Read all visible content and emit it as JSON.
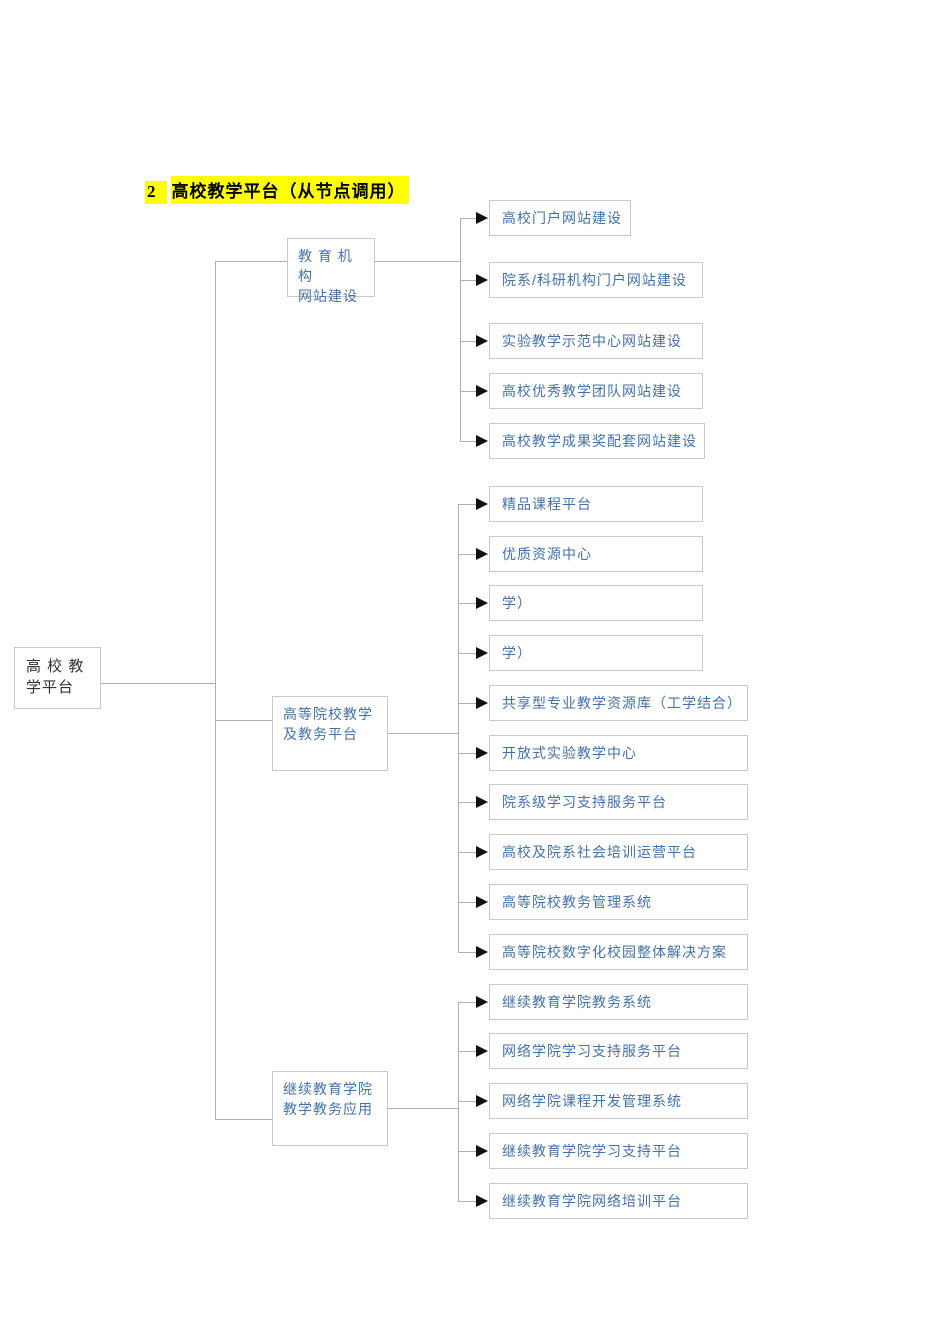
{
  "title": {
    "number": "2",
    "text": "高校教学平台（从节点调用）"
  },
  "root": {
    "label": "高 校 教\n学平台"
  },
  "branches": [
    {
      "label": "教 育 机 构\n网站建设",
      "children": [
        "高校门户网站建设",
        "院系/科研机构门户网站建设",
        "实验教学示范中心网站建设",
        "高校优秀教学团队网站建设",
        "高校教学成果奖配套网站建设"
      ]
    },
    {
      "label": "高等院校教学\n及教务平台",
      "children": [
        "精品课程平台",
        "优质资源中心",
        "学）",
        "学）",
        "共享型专业教学资源库（工学结合）",
        "开放式实验教学中心",
        "院系级学习支持服务平台",
        "高校及院系社会培训运营平台",
        "高等院校教务管理系统",
        "高等院校数字化校园整体解决方案"
      ]
    },
    {
      "label": "继续教育学院\n教学教务应用",
      "children": [
        "继续教育学院教务系统",
        "网络学院学习支持服务平台",
        "网络学院课程开发管理系统",
        "继续教育学院学习支持平台",
        "继续教育学院网络培训平台"
      ]
    }
  ],
  "colors": {
    "node_text": "#4472a8",
    "connector_line": "#b0b0b0",
    "box_border": "#c9c9c9",
    "arrow": "#111111",
    "title_highlight": "#ffff00"
  }
}
